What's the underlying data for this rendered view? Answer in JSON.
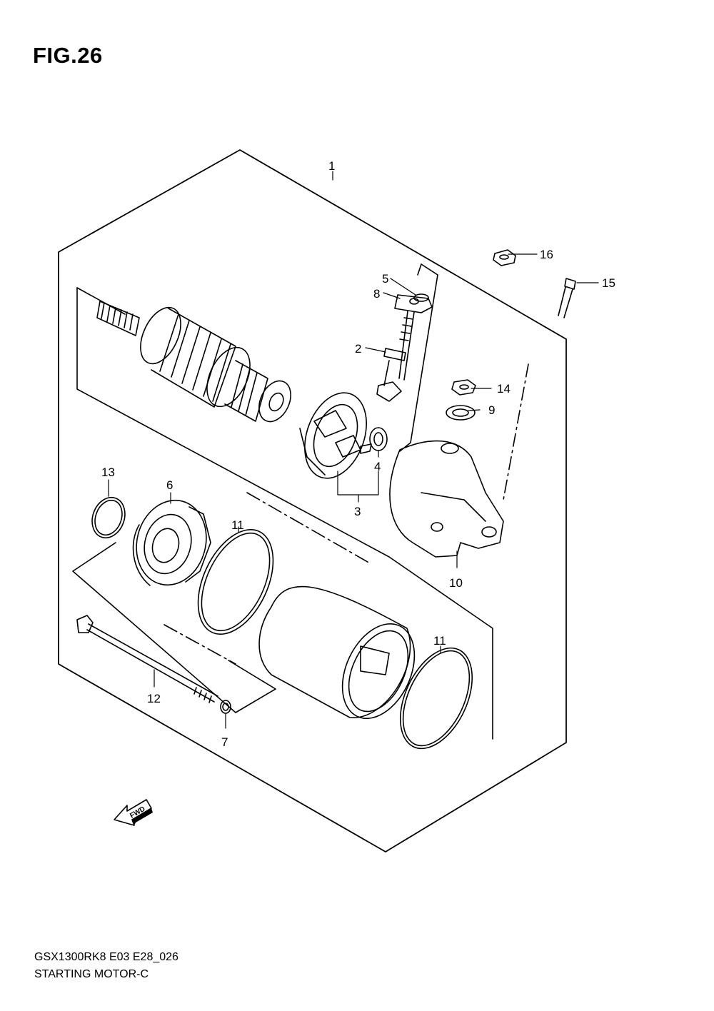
{
  "figure": {
    "title": "FIG.26",
    "model_code": "GSX1300RK8 E03 E28_026",
    "section_name": "STARTING MOTOR-C"
  },
  "callouts": [
    "1",
    "2",
    "3",
    "4",
    "5",
    "6",
    "7",
    "8",
    "9",
    "10",
    "11",
    "11",
    "12",
    "13",
    "14",
    "15",
    "16"
  ],
  "direction_arrow": {
    "label": "FWD",
    "icon": "fwd-arrow-icon"
  }
}
